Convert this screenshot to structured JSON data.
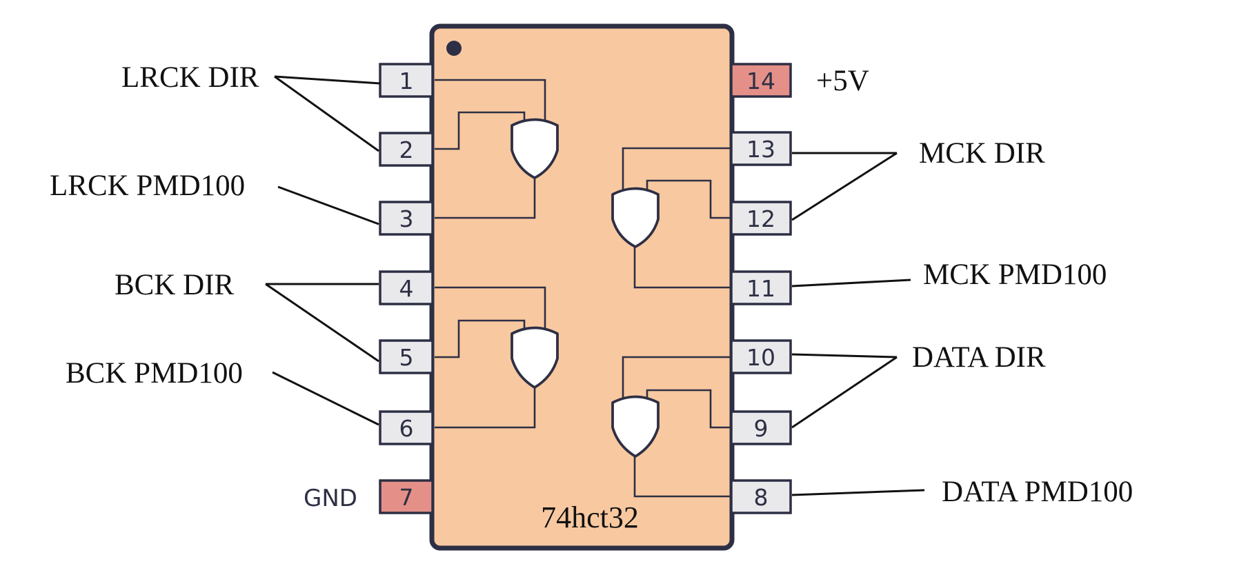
{
  "chip": {
    "part_number": "74hct32",
    "body_color": "#f8c8a0",
    "outline_color": "#2d2f44",
    "power_pin_color": "#e49088"
  },
  "pins": [
    {
      "number": "1"
    },
    {
      "number": "2"
    },
    {
      "number": "3"
    },
    {
      "number": "4"
    },
    {
      "number": "5"
    },
    {
      "number": "6"
    },
    {
      "number": "7"
    },
    {
      "number": "8"
    },
    {
      "number": "9"
    },
    {
      "number": "10"
    },
    {
      "number": "11"
    },
    {
      "number": "12"
    },
    {
      "number": "13"
    },
    {
      "number": "14"
    }
  ],
  "gates": [
    {
      "type": "OR",
      "inputs": [
        "1",
        "2"
      ],
      "output": "3"
    },
    {
      "type": "OR",
      "inputs": [
        "4",
        "5"
      ],
      "output": "6"
    },
    {
      "type": "OR",
      "inputs": [
        "13",
        "12"
      ],
      "output": "11"
    },
    {
      "type": "OR",
      "inputs": [
        "10",
        "9"
      ],
      "output": "8"
    }
  ],
  "labels": {
    "lrck_dir": "LRCK DIR",
    "lrck_pmd100": "LRCK PMD100",
    "bck_dir": "BCK DIR",
    "bck_pmd100": "BCK PMD100",
    "gnd": "GND",
    "vcc": "+5V",
    "mck_dir": "MCK DIR",
    "mck_pmd100": "MCK PMD100",
    "data_dir": "DATA DIR",
    "data_pmd100": "DATA PMD100"
  }
}
